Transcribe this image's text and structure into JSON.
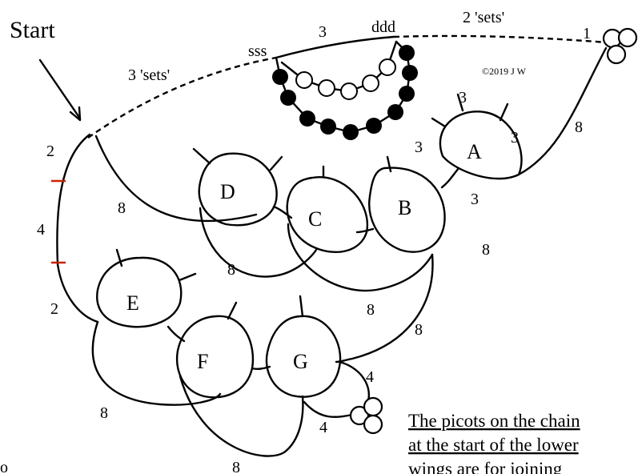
{
  "annotations": {
    "start": "Start",
    "copyright": "©2019 J W",
    "sets_left": "3 'sets'",
    "sets_right": "2 'sets'",
    "bead_left": "sss",
    "bead_right": "ddd",
    "note_line1": "The picots on the chain",
    "note_line2": "at the start of the lower",
    "note_line3": "wings are for joining"
  },
  "rings": [
    {
      "id": "A",
      "label": "A"
    },
    {
      "id": "B",
      "label": "B"
    },
    {
      "id": "C",
      "label": "C"
    },
    {
      "id": "D",
      "label": "D"
    },
    {
      "id": "E",
      "label": "E"
    },
    {
      "id": "F",
      "label": "F"
    },
    {
      "id": "G",
      "label": "G"
    }
  ],
  "counts": {
    "top_chain_3": "3",
    "top_right_1": "1",
    "ring_a_top": "3",
    "ring_a_right": "3",
    "ring_a_left": "3",
    "ring_a_lower": "3",
    "outer_right_8": "8",
    "left_top_2": "2",
    "left_mid_4": "4",
    "left_bottom_2": "2",
    "upper_chain_left_8": "8",
    "under_dc_8": "8",
    "under_b_8": "8",
    "center_8": "8",
    "right_lower_8": "8",
    "bottom_left_8": "8",
    "bottom_8": "8",
    "bottom_4": "4",
    "right_small_4": "4",
    "edge_fragment": "o"
  },
  "colors": {
    "ink": "#000000",
    "join_marker": "#cc2200",
    "bead_filled": "#000000",
    "bead_open": "#ffffff"
  }
}
